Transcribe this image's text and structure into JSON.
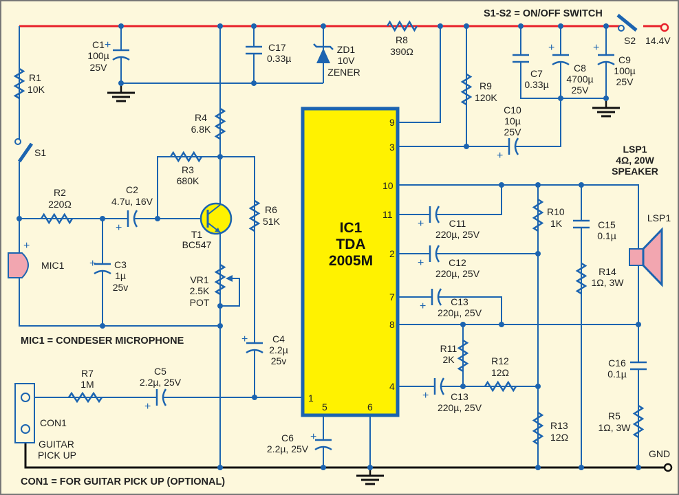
{
  "notes": {
    "switch": "S1-S2 = ON/OFF  SWITCH",
    "mic": "MIC1 = CONDESER MICROPHONE",
    "con": "CON1 = FOR GUITAR PICK UP (OPTIONAL)"
  },
  "supply": {
    "voltage": "14.4V",
    "gnd": "GND"
  },
  "ic": {
    "lines": [
      "IC1",
      "TDA",
      "2005M"
    ],
    "pins": {
      "p1": "1",
      "p2": "2",
      "p3": "3",
      "p4": "4",
      "p5": "5",
      "p6": "6",
      "p7": "7",
      "p8": "8",
      "p9": "9",
      "p10": "10",
      "p11": "11"
    }
  },
  "speaker_header": [
    "LSP1",
    "4Ω, 20W",
    "SPEAKER"
  ],
  "components": {
    "R1": [
      "R1",
      "10K"
    ],
    "S1": [
      "S1"
    ],
    "S2": [
      "S2"
    ],
    "R2": [
      "R2",
      "220Ω"
    ],
    "C1": [
      "C1",
      "100µ",
      "25V"
    ],
    "C17": [
      "C17",
      "0.33µ"
    ],
    "ZD1": [
      "ZD1",
      "10V",
      "ZENER"
    ],
    "R8": [
      "R8",
      "390Ω"
    ],
    "R4": [
      "R4",
      "6.8K"
    ],
    "R3": [
      "R3",
      "680K"
    ],
    "C2": [
      "C2",
      "4.7u, 16V"
    ],
    "R6": [
      "R6",
      "51K"
    ],
    "T1": [
      "T1",
      "BC547"
    ],
    "MIC1": [
      "MIC1"
    ],
    "C3": [
      "C3",
      "1µ",
      "25v"
    ],
    "VR1": [
      "VR1",
      "2.5K",
      "POT"
    ],
    "C4": [
      "C4",
      "2.2µ",
      "25v"
    ],
    "R7": [
      "R7",
      "1M"
    ],
    "C5": [
      "C5",
      "2.2µ, 25V"
    ],
    "CON1": [
      "CON1",
      "GUITAR",
      "PICK UP"
    ],
    "C6": [
      "C6",
      "2.2µ, 25V"
    ],
    "R9": [
      "R9",
      "120K"
    ],
    "C10": [
      "C10",
      "10µ",
      "25V"
    ],
    "C7": [
      "C7",
      "0.33µ"
    ],
    "C8": [
      "C8",
      "4700µ",
      "25V"
    ],
    "C9": [
      "C9",
      "100µ",
      "25V"
    ],
    "C11": [
      "C11",
      "220µ, 25V"
    ],
    "C12": [
      "C12",
      "220µ, 25V"
    ],
    "C13a": [
      "C13",
      "220µ, 25V"
    ],
    "C13b": [
      "C13",
      "220µ, 25V"
    ],
    "R10": [
      "R10",
      "1K"
    ],
    "C15": [
      "C15",
      "0.1µ"
    ],
    "LSP1": [
      "LSP1"
    ],
    "R14": [
      "R14",
      "1Ω, 3W"
    ],
    "R11": [
      "R11",
      "2K"
    ],
    "R12": [
      "R12",
      "12Ω"
    ],
    "R13": [
      "R13",
      "12Ω"
    ],
    "C16": [
      "C16",
      "0.1µ"
    ],
    "R5": [
      "R5",
      "1Ω, 3W"
    ]
  },
  "colors": {
    "background": "#fdf8dc",
    "wire": "#1c64b0",
    "supply_rail": "#e8202a",
    "ground_rail": "#111111",
    "ic_fill": "#fff200",
    "mic_speaker_fill": "#f2a6b0"
  }
}
